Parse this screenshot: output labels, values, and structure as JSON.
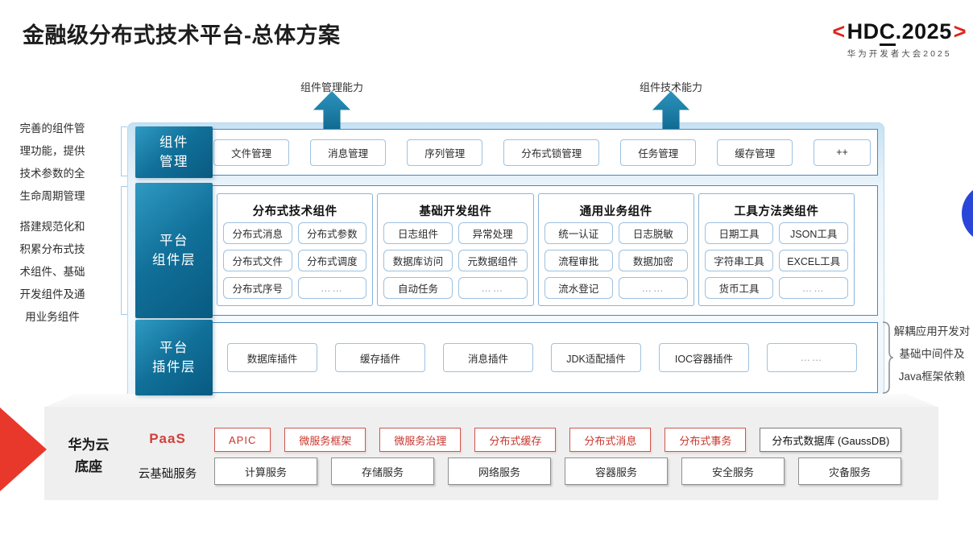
{
  "title": "金融级分布式技术平台-总体方案",
  "logo": {
    "angle_left": "<",
    "hd": "HD",
    "c": "C",
    "rest": ".2025",
    "angle_right": ">",
    "subtitle": "华为开发者大会2025"
  },
  "top_arrows": {
    "left_label": "组件管理能力",
    "right_label": "组件技术能力"
  },
  "side_notes": {
    "note1": "完善的组件管理功能，提供技术参数的全生命周期管理",
    "note2": "搭建规范化和积累分布式技术组件、基础开发组件及通用业务组件",
    "right_note": "解耦应用开发对基础中间件及Java框架依赖"
  },
  "management_row": {
    "label_lines": [
      "组件",
      "管理"
    ],
    "items": [
      "文件管理",
      "消息管理",
      "序列管理",
      "分布式锁管理",
      "任务管理",
      "缓存管理",
      "++"
    ]
  },
  "component_row": {
    "label_lines": [
      "平台",
      "组件层"
    ],
    "groups": [
      {
        "title": "分布式技术组件",
        "items": [
          "分布式消息",
          "分布式参数",
          "分布式文件",
          "分布式调度",
          "分布式序号",
          "……"
        ]
      },
      {
        "title": "基础开发组件",
        "items": [
          "日志组件",
          "异常处理",
          "数据库访问",
          "元数据组件",
          "自动任务",
          "……"
        ]
      },
      {
        "title": "通用业务组件",
        "items": [
          "统一认证",
          "日志脱敏",
          "流程审批",
          "数据加密",
          "流水登记",
          "……"
        ]
      },
      {
        "title": "工具方法类组件",
        "items": [
          "日期工具",
          "JSON工具",
          "字符串工具",
          "EXCEL工具",
          "货币工具",
          "……"
        ]
      }
    ]
  },
  "plugin_row": {
    "label_lines": [
      "平台",
      "插件层"
    ],
    "items": [
      "数据库插件",
      "缓存插件",
      "消息插件",
      "JDK适配插件",
      "IOC容器插件",
      "……"
    ]
  },
  "foundation": {
    "label_lines": [
      "华为云",
      "底座"
    ],
    "paas_label": "PaaS",
    "paas_items": [
      "APIC",
      "微服务框架",
      "微服务治理",
      "分布式缓存",
      "分布式消息",
      "分布式事务"
    ],
    "paas_db": "分布式数据库 (GaussDB)",
    "iaas_label": "云基础服务",
    "iaas_items": [
      "计算服务",
      "存储服务",
      "网络服务",
      "容器服务",
      "安全服务",
      "灾备服务"
    ]
  },
  "colors": {
    "accent_teal": "#11688e",
    "accent_red": "#e0251c",
    "box_border_blue": "#9dc1e0",
    "row_border": "#4d87bb",
    "platform_gray": "#efefef",
    "side_circle_blue": "#2a46d9"
  }
}
